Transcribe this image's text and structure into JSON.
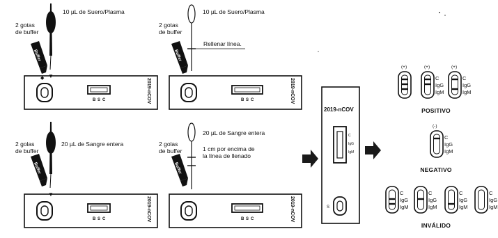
{
  "steps": [
    {
      "buffer_label": [
        "2 gotas",
        "de buffer"
      ],
      "sample_label": "10 µL de Suero/Plasma",
      "device": "dropper",
      "cassette_id": "2019-nCOV",
      "note": []
    },
    {
      "buffer_label": [
        "2 gotas",
        "de buffer"
      ],
      "sample_label": "10 µL de Suero/Plasma",
      "device": "pipette",
      "cassette_id": "2019-nCOV",
      "note": [
        "Rellenar línea."
      ]
    },
    {
      "buffer_label": [
        "2 golas",
        "de buffer"
      ],
      "sample_label": "20 µL de Sangre entera",
      "device": "dropper",
      "cassette_id": "2019-nCOV",
      "note": []
    },
    {
      "buffer_label": [
        "2 golas",
        "de buffer"
      ],
      "sample_label": "20 µL de Sangre entera",
      "device": "pipette",
      "cassette_id": "2019-nCOV",
      "note": [
        "1 cm por encima de",
        "la línea de llenado"
      ]
    }
  ],
  "bottle_label": "Buffer",
  "cassette_icons": [
    "B",
    "S",
    "C"
  ],
  "big_cassette": {
    "title": "2019-nCOV",
    "line_labels": [
      "C",
      "IgG",
      "IgM"
    ],
    "well_label": "S"
  },
  "results": {
    "positive": {
      "title": "POSITIVO",
      "signs": [
        "(+)",
        "(+)",
        "(+)"
      ],
      "band_patterns": [
        [
          1,
          1,
          1
        ],
        [
          1,
          1,
          0
        ],
        [
          1,
          0,
          1
        ]
      ],
      "label_slot": 1
    },
    "negative": {
      "title": "NEGATIVO",
      "signs": [
        "(-)"
      ],
      "band_patterns": [
        [
          1,
          0,
          0
        ]
      ]
    },
    "invalid": {
      "title": "INVÁLIDO",
      "band_patterns": [
        [
          0,
          1,
          1
        ],
        [
          0,
          1,
          0
        ],
        [
          0,
          0,
          1
        ],
        [
          0,
          0,
          0
        ]
      ]
    },
    "line_labels": [
      "C",
      "IgG",
      "IgM"
    ]
  },
  "colors": {
    "ink": "#111111",
    "arrow": "#1a1a1a"
  }
}
